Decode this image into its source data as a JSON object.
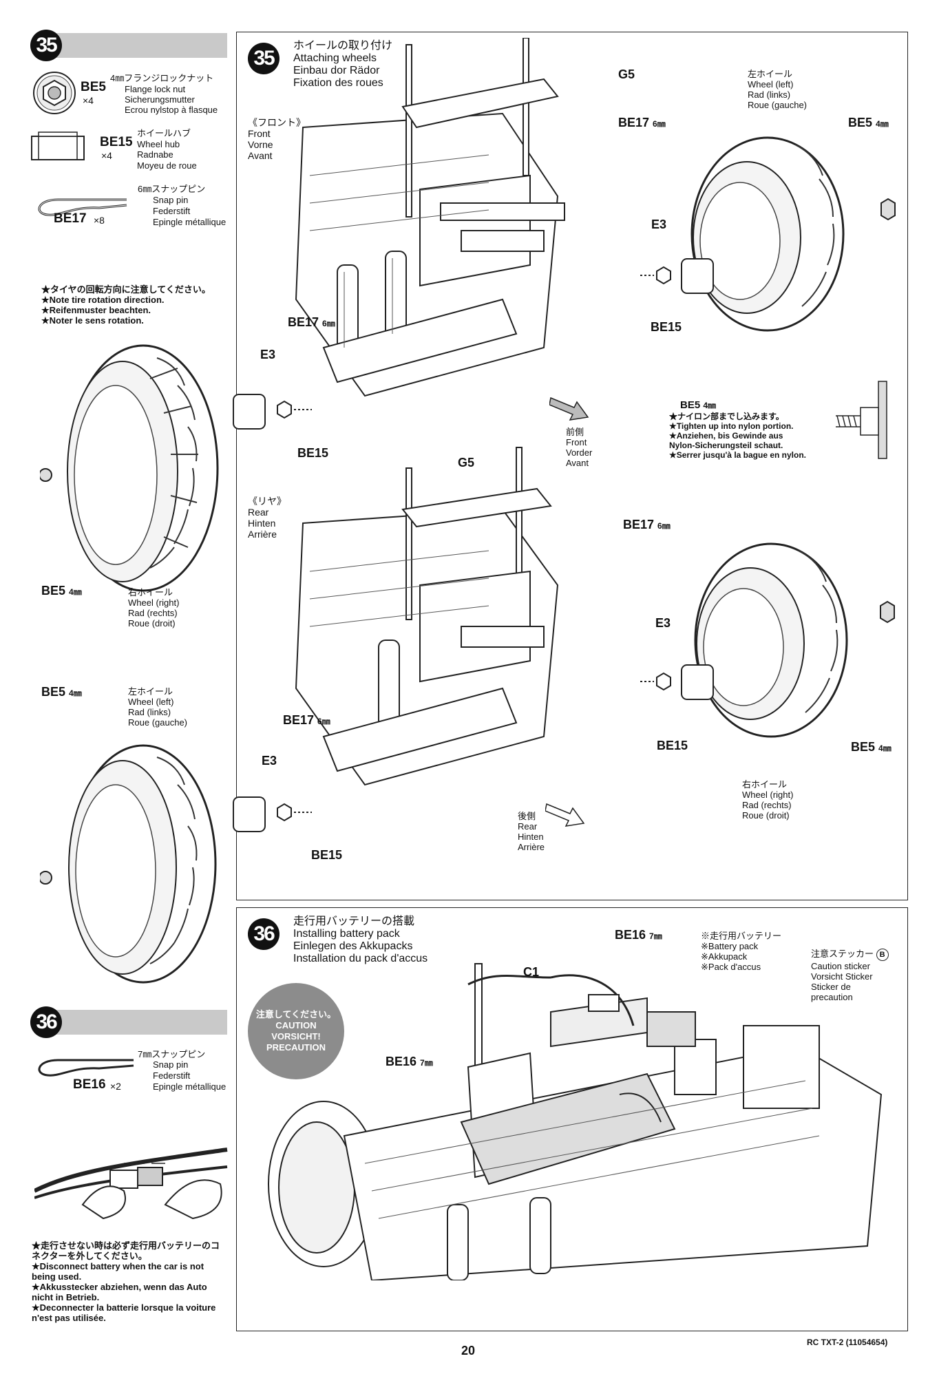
{
  "step35": {
    "number": "35",
    "parts": [
      {
        "code": "BE5",
        "qty": "×4",
        "size_jp": "4㎜フランジロックナット",
        "names": [
          "Flange lock nut",
          "Sicherungsmutter",
          "Ecrou nylstop à flasque"
        ]
      },
      {
        "code": "BE15",
        "qty": "×4",
        "jp": "ホイールハブ",
        "names": [
          "Wheel hub",
          "Radnabe",
          "Moyeu de roue"
        ]
      },
      {
        "code": "BE17",
        "qty": "×8",
        "size_jp": "6㎜スナップピン",
        "names": [
          "Snap pin",
          "Federstift",
          "Epingle métallique"
        ]
      }
    ],
    "tire_note": [
      "★タイヤの回転方向に注意してください。",
      "★Note tire rotation direction.",
      "★Reifenmuster beachten.",
      "★Noter le sens rotation."
    ],
    "title": [
      "ホイールの取り付け",
      "Attaching wheels",
      "Einbau dor Rädor",
      "Fixation des roues"
    ],
    "front": [
      "《フロント》",
      "Front",
      "Vorne",
      "Avant"
    ],
    "rear": [
      "《リヤ》",
      "Rear",
      "Hinten",
      "Arrière"
    ],
    "front_dir": [
      "前側",
      "Front",
      "Vorder",
      "Avant"
    ],
    "rear_dir": [
      "後側",
      "Rear",
      "Hinten",
      "Arrière"
    ],
    "wheel_left": [
      "左ホイール",
      "Wheel (left)",
      "Rad (links)",
      "Roue (gauche)"
    ],
    "wheel_right": [
      "右ホイール",
      "Wheel (right)",
      "Rad (rechts)",
      "Roue (droit)"
    ],
    "nut_note": {
      "code": "BE5",
      "size": "4㎜",
      "lines": [
        "★ナイロン部までし込みます。",
        "★Tighten up into nylon portion.",
        "★Anziehen, bis Gewinde aus",
        "Nylon-Sicherungsteil schaut.",
        "★Serrer jusqu'à la bague en nylon."
      ]
    },
    "labels": {
      "g5": "G5",
      "be17": "BE17",
      "mm6": "6㎜",
      "be5": "BE5",
      "mm4": "4㎜",
      "e3": "E3",
      "be15": "BE15"
    }
  },
  "step36": {
    "number": "36",
    "part": {
      "code": "BE16",
      "qty": "×2",
      "size_jp": "7㎜スナップピン",
      "names": [
        "Snap pin",
        "Federstift",
        "Epingle métallique"
      ]
    },
    "disconnect_note": [
      "★走行させない時は必ず走行用バッテリーのコネクターを外してください。",
      "★Disconnect battery when the car is not being used.",
      "★Akkusstecker abziehen, wenn das Auto nicht in Betrieb.",
      "★Deconnecter la batterie lorsque la voiture n'est pas utilisée."
    ],
    "title": [
      "走行用バッテリーの搭載",
      "Installing battery pack",
      "Einlegen des Akkupacks",
      "Installation du pack d'accus"
    ],
    "caution_badge": [
      "注意してください。",
      "CAUTION",
      "VORSICHT!",
      "PRECAUTION"
    ],
    "battery": [
      "※走行用バッテリー",
      "※Battery pack",
      "※Akkupack",
      "※Pack d'accus"
    ],
    "sticker": [
      "注意ステッカー",
      "Caution sticker",
      "Vorsicht Sticker",
      "Sticker de",
      "precaution"
    ],
    "sticker_mark": "B",
    "labels": {
      "c1": "C1",
      "be16": "BE16",
      "mm7": "7㎜"
    }
  },
  "footer": {
    "page": "20",
    "model": "RC TXT-2 (11054654)"
  }
}
